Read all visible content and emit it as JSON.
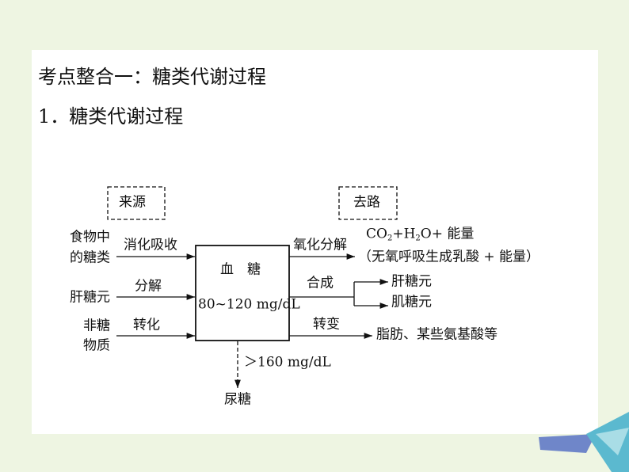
{
  "heading": "考点整合一：糖类代谢过程",
  "subheading": "1．糖类代谢过程",
  "diagram": {
    "source_box": "来源",
    "dest_box": "去路",
    "center": {
      "title": "血　糖",
      "range": "80~120 mg/dL"
    },
    "sources": [
      {
        "line1": "食物中",
        "line2": "的糖类",
        "process": "消化吸收"
      },
      {
        "line1": "肝糖元",
        "process": "分解"
      },
      {
        "line1": "非糖",
        "line2": "物质",
        "process": "转化"
      }
    ],
    "destinations": [
      {
        "process": "氧化分解",
        "result_co2": "CO",
        "result_sub2": "2",
        "result_h": "+H",
        "result_sub2b": "2",
        "result_rest": "O+ 能量",
        "result_line2": "（无氧呼吸生成乳酸 + 能量）"
      },
      {
        "process": "合成",
        "result1": "肝糖元",
        "result2": "肌糖元"
      },
      {
        "process": "转变",
        "result": "脂肪、某些氨基酸等"
      }
    ],
    "overflow": {
      "threshold": "＞160 mg/dL",
      "result": "尿糖"
    }
  }
}
